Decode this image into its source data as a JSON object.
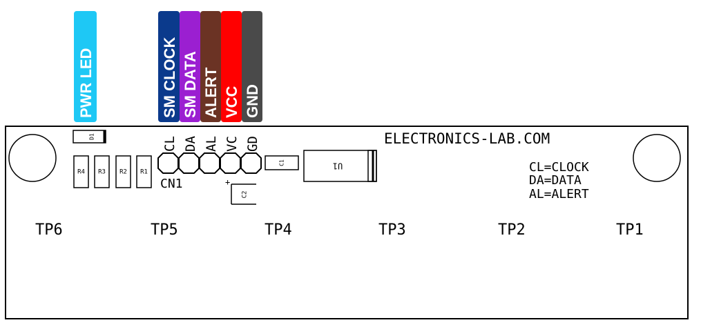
{
  "wire_labels": [
    {
      "id": "pwr-led",
      "text": "PWR LED",
      "color": "#1ec8f5"
    },
    {
      "id": "sm-clock",
      "text": "SM CLOCK",
      "color": "#0b3a8c"
    },
    {
      "id": "sm-data",
      "text": "SM DATA",
      "color": "#9b1fd1"
    },
    {
      "id": "alert",
      "text": "ALERT",
      "color": "#6b3324"
    },
    {
      "id": "vcc",
      "text": "VCC",
      "color": "#ff0000"
    },
    {
      "id": "gnd",
      "text": "GND",
      "color": "#4a4a4a"
    }
  ],
  "board": {
    "site": "ELECTRONICS-LAB.COM",
    "legend": [
      "CL=CLOCK",
      "DA=DATA",
      "AL=ALERT"
    ],
    "connector": {
      "name": "CN1",
      "pins": [
        "CL",
        "DA",
        "AL",
        "VC",
        "GD"
      ]
    },
    "components": {
      "d1": "D1",
      "resistors": [
        "R4",
        "R3",
        "R2",
        "R1"
      ],
      "c1": "C1",
      "c2": "C2",
      "u1": "U1"
    },
    "test_points": [
      "TP6",
      "TP5",
      "TP4",
      "TP3",
      "TP2",
      "TP1"
    ]
  }
}
